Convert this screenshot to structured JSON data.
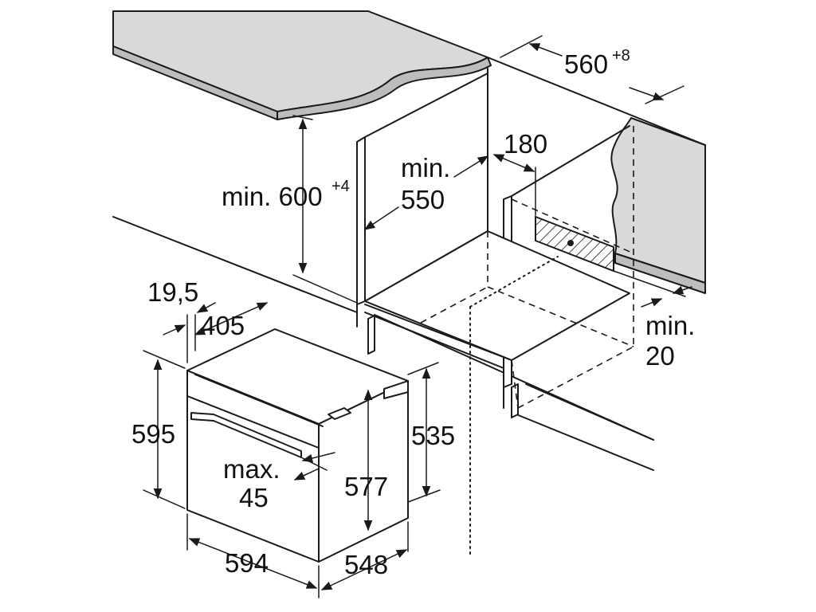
{
  "dimensions": {
    "niche_width": "560",
    "niche_width_tol": "+8",
    "niche_height_prefix": "min. 600",
    "niche_height_tol": "+4",
    "niche_depth_prefix": "min.",
    "niche_depth_value": "550",
    "vent_opening": "180",
    "rear_gap_prefix": "min.",
    "rear_gap_value": "20",
    "front_panel_thickness": "19,5",
    "front_offset": "405",
    "oven_height": "595",
    "oven_body_height": "535",
    "oven_inner_height": "577",
    "oven_width": "594",
    "oven_depth": "548",
    "handle_prefix": "max.",
    "handle_value": "45"
  }
}
